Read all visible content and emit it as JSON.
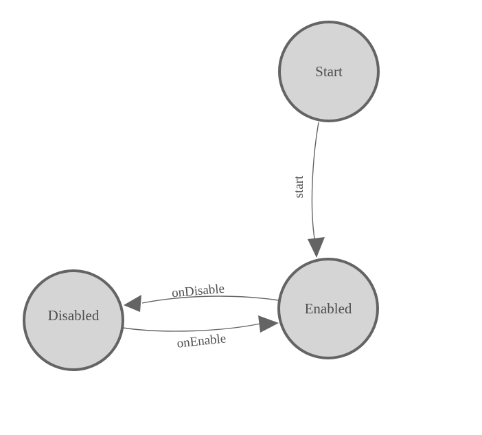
{
  "diagram": {
    "type": "state-machine",
    "background": "#ffffff",
    "colors": {
      "node_fill": "#d5d5d5",
      "node_stroke": "#646464",
      "edge_color": "#646464",
      "text_color": "#4f4f4f"
    },
    "nodes": [
      {
        "id": "start",
        "label": "Start"
      },
      {
        "id": "enabled",
        "label": "Enabled"
      },
      {
        "id": "disabled",
        "label": "Disabled"
      }
    ],
    "edges": [
      {
        "id": "start-to-enabled",
        "label": "start",
        "from": "Start",
        "to": "Enabled"
      },
      {
        "id": "enabled-to-disabled",
        "label": "onDisable",
        "from": "Enabled",
        "to": "Disabled"
      },
      {
        "id": "disabled-to-enabled",
        "label": "onEnable",
        "from": "Disabled",
        "to": "Enabled"
      }
    ]
  }
}
